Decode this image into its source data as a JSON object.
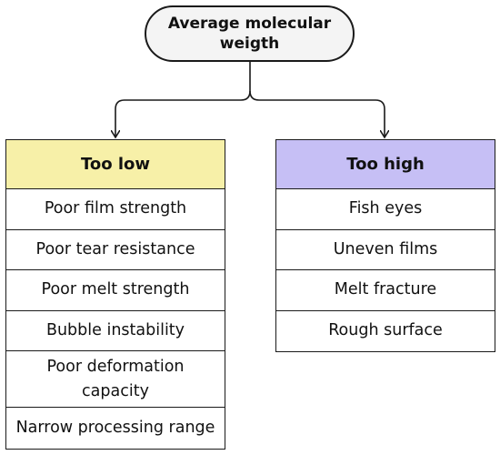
{
  "root": {
    "label": "Average molecular weigth"
  },
  "left": {
    "title": "Too low",
    "color": "#f7f0a8",
    "items": [
      "Poor film strength",
      "Poor tear resistance",
      "Poor melt strength",
      "Bubble instability",
      "Poor deformation capacity",
      "Narrow processing range"
    ]
  },
  "right": {
    "title": "Too high",
    "color": "#c6bff5",
    "items": [
      "Fish eyes",
      "Uneven films",
      "Melt fracture",
      "Rough surface"
    ]
  }
}
